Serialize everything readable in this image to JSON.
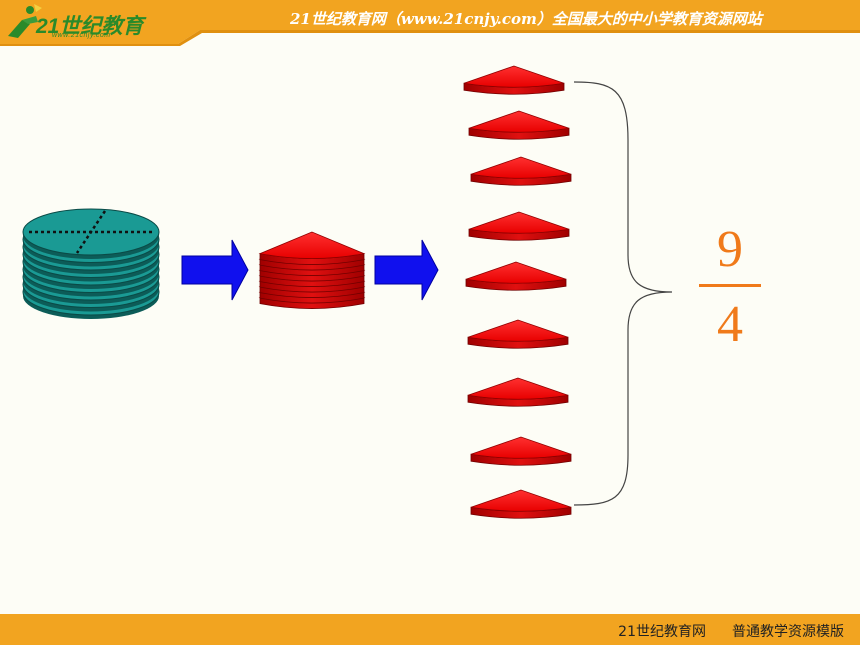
{
  "header": {
    "logo_text": "21世纪教育",
    "logo_sub": "www.21cnjy.com",
    "site_text": "21世纪教育网（www.21cnjy.com）全国最大的中小学教育资源网站"
  },
  "footer": {
    "site": "21世纪教育网",
    "template": "普通教学资源模版"
  },
  "fraction": {
    "numerator": "9",
    "denominator": "4"
  },
  "colors": {
    "header_orange": "#f2a420",
    "disk_teal": "#1a9a94",
    "piece_red": "#ee1111",
    "arrow_blue": "#1010ee",
    "fraction_orange": "#f07a1a"
  },
  "diagram": {
    "stack_layers": 9,
    "quarter_pieces": 9
  }
}
